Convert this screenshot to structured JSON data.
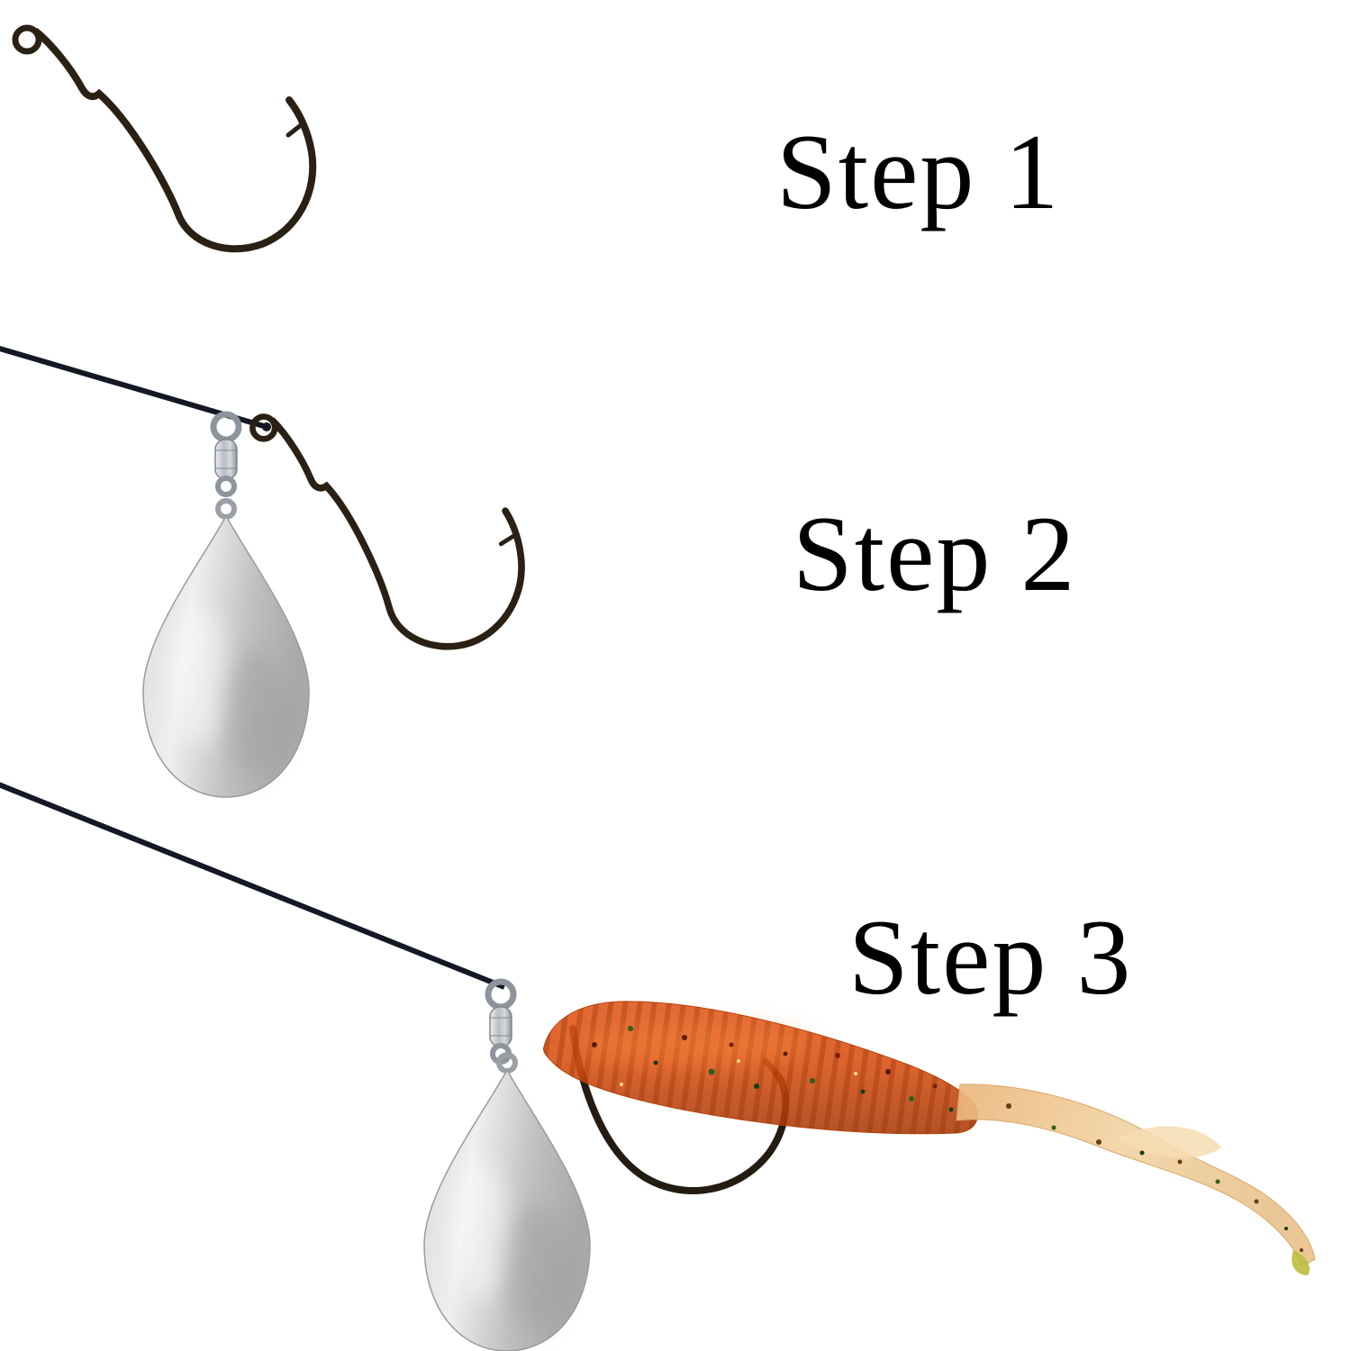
{
  "diagram": {
    "background_color": "#ffffff",
    "label_color": "#000000",
    "steps": [
      {
        "label": "Step 1",
        "components": [
          "worm-hook-icon"
        ]
      },
      {
        "label": "Step 2",
        "components": [
          "fishing-line-icon",
          "barrel-swivel-icon",
          "teardrop-sinker-icon",
          "worm-hook-icon"
        ]
      },
      {
        "label": "Step 3",
        "components": [
          "fishing-line-icon",
          "barrel-swivel-icon",
          "teardrop-sinker-icon",
          "worm-hook-icon",
          "soft-plastic-worm-lure-icon"
        ]
      }
    ],
    "colors": {
      "hook": "#2a2014",
      "fishing_line": "#141824",
      "sinker_light": "#efefef",
      "sinker_dark": "#a9a9a9",
      "swivel": "#9aa0a6",
      "worm_body": "#d94f10",
      "worm_ribs": "#8f2d05",
      "worm_tail": "#f2d4a4",
      "worm_tail_tip": "#bcbd3e"
    }
  }
}
